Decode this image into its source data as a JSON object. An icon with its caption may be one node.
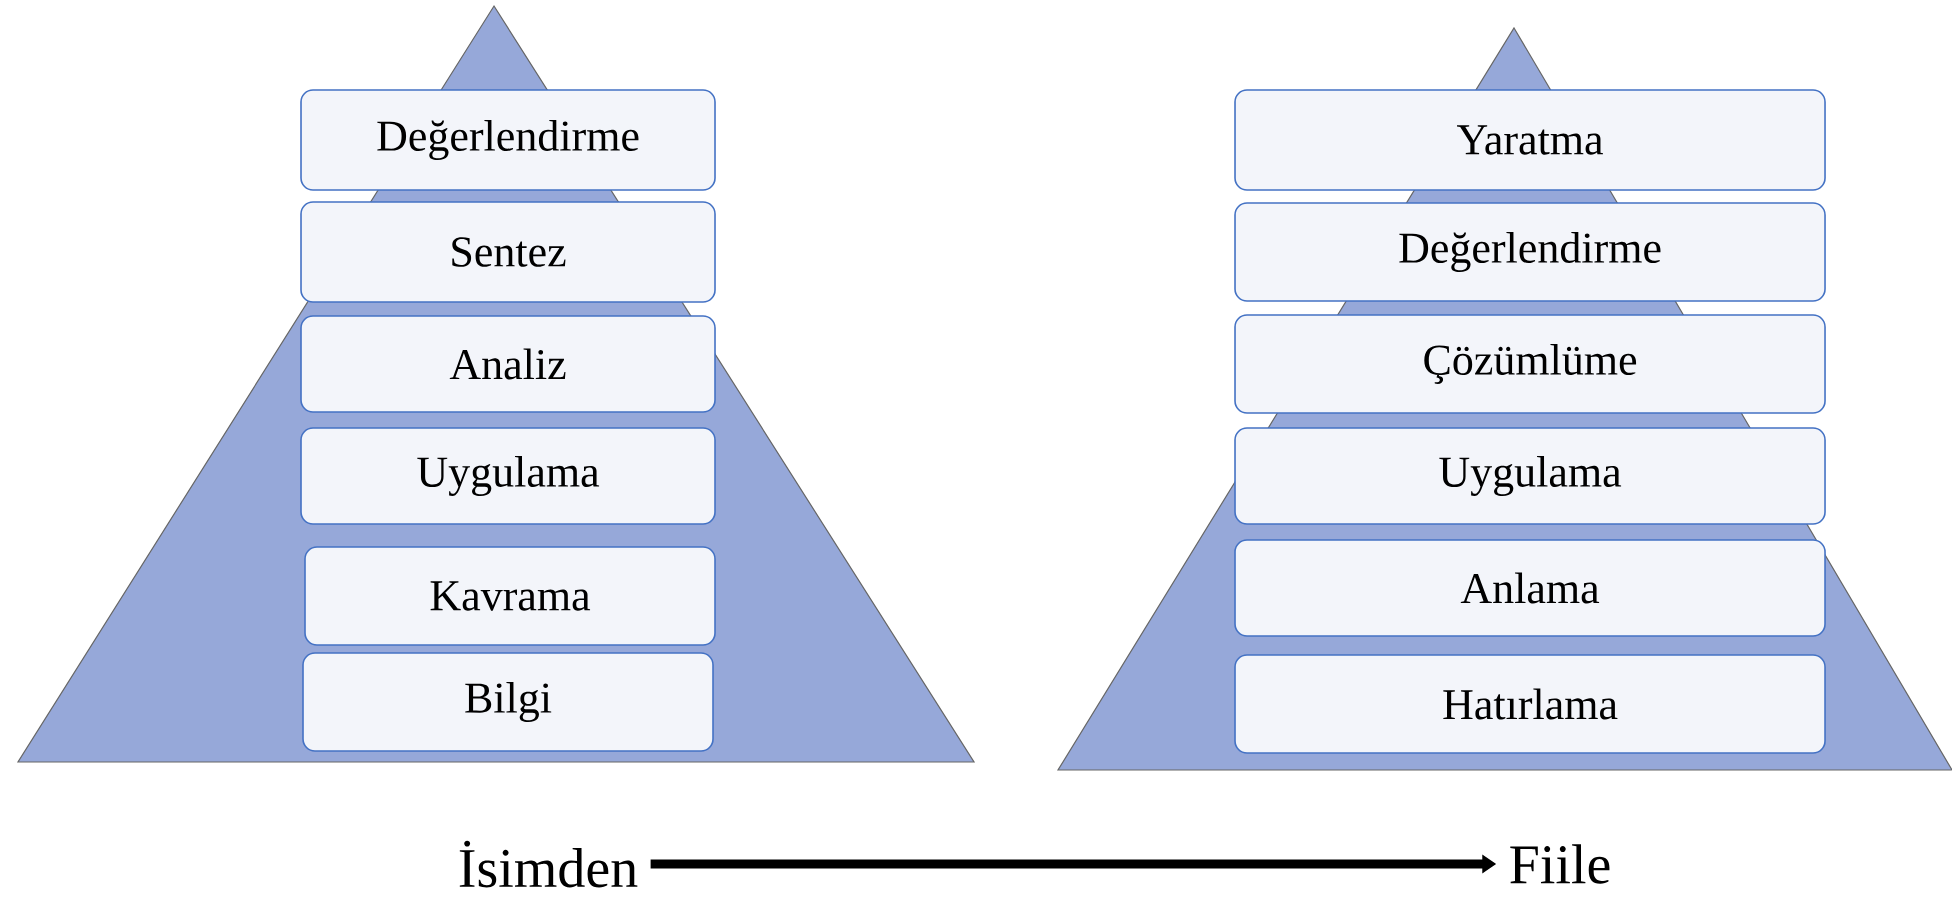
{
  "diagram": {
    "nodes": [
      {
        "text": [
          "Değerlendirme"
        ]
      },
      {
        "text": [
          "Sentez"
        ]
      },
      {
        "text": [
          "Analiz"
        ]
      },
      {
        "text": [
          "Uygulama"
        ]
      },
      {
        "text": [
          "Kavrama"
        ]
      },
      {
        "text": [
          "Bilgi"
        ]
      },
      {
        "text": [
          "Yaratma"
        ]
      },
      {
        "text": [
          "Değerlendirme"
        ]
      },
      {
        "text": [
          "Çözümlüme"
        ]
      },
      {
        "text": [
          "Uygulama"
        ]
      },
      {
        "text": [
          "Anlama"
        ]
      },
      {
        "text": [
          "Hatırlama"
        ]
      },
      {
        "text": [
          "İsimden"
        ]
      },
      {
        "text": [
          "Fiile"
        ]
      }
    ],
    "edges": [
      {
        "from": 12,
        "to": 13,
        "arrow": "to"
      }
    ]
  }
}
